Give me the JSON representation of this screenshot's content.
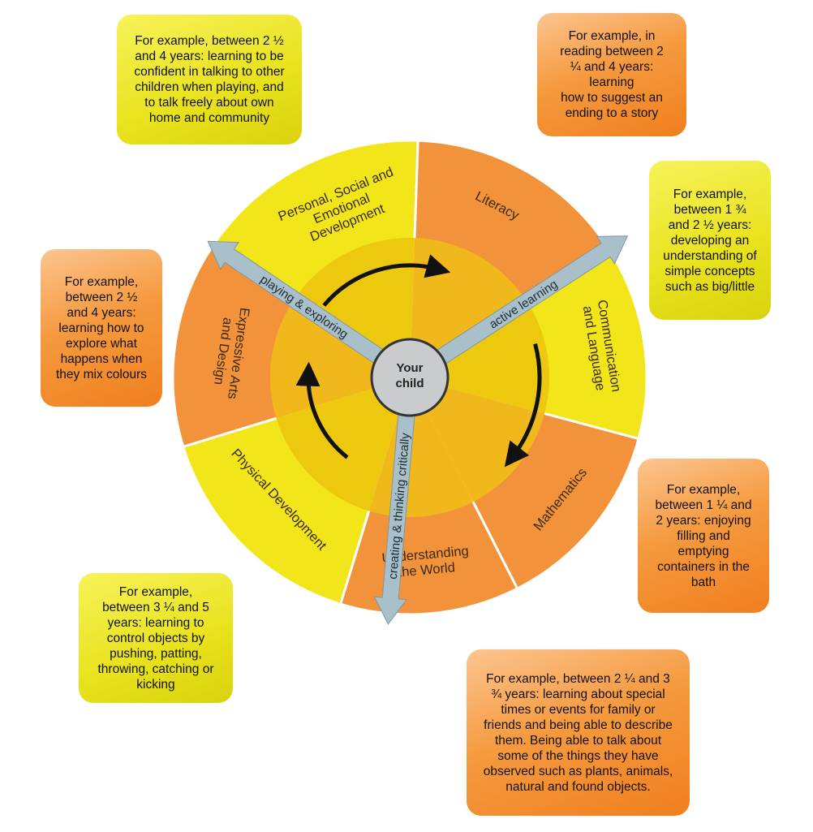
{
  "colors": {
    "yellow_sector": "#f2e61a",
    "orange_sector": "#f2933c",
    "inner_yellow": "#ecc80f",
    "inner_orange": "#f0b81a",
    "arrow_band": "#a9bfc9",
    "center_circle": "#c9cbcc"
  },
  "center": {
    "line1": "Your",
    "line2": "child"
  },
  "sectors": {
    "psed": {
      "lines": [
        "Personal, Social and",
        "Emotional",
        "Development"
      ]
    },
    "literacy": {
      "lines": [
        "Literacy"
      ]
    },
    "communication": {
      "lines": [
        "Communication",
        "and Language"
      ]
    },
    "mathematics": {
      "lines": [
        "Mathematics"
      ]
    },
    "understanding": {
      "lines": [
        "Understanding",
        "the World"
      ]
    },
    "physical": {
      "lines": [
        "Physical Development"
      ]
    },
    "expressive": {
      "lines": [
        "Expressive Arts",
        "and Design"
      ]
    }
  },
  "arrows": {
    "playing": "playing & exploring",
    "active": "active learning",
    "creating": "creating & thinking critically"
  },
  "boxes": {
    "psed": "For example, between 2 ½\nand 4 years: learning to be\nconfident in talking to other\nchildren when playing, and\nto talk freely about own\nhome and community",
    "literacy": "For example, in\nreading between 2\n¼ and 4 years:\nlearning\nhow to suggest an\nending to a story",
    "communication": "For example,\nbetween 1 ¾\nand 2 ½ years:\ndeveloping an\nunderstanding of\nsimple concepts\nsuch as big/little",
    "expressive": "For example,\nbetween 2 ½\nand 4 years:\nlearning how to\nexplore what\nhappens when\nthey mix colours",
    "mathematics": "For example,\nbetween 1 ¼ and\n2 years: enjoying\nfilling and\nemptying\ncontainers in the\nbath",
    "physical": "For example,\nbetween 3 ¼ and 5\nyears: learning to\ncontrol objects by\npushing, patting,\nthrowing, catching or\nkicking",
    "understanding": "For example, between 2 ¼ and 3\n¾ years: learning about special\ntimes or events for family or\nfriends and being able to describe\nthem. Being able to talk about\nsome of the things they have\nobserved such as plants, animals,\nnatural and found objects."
  }
}
